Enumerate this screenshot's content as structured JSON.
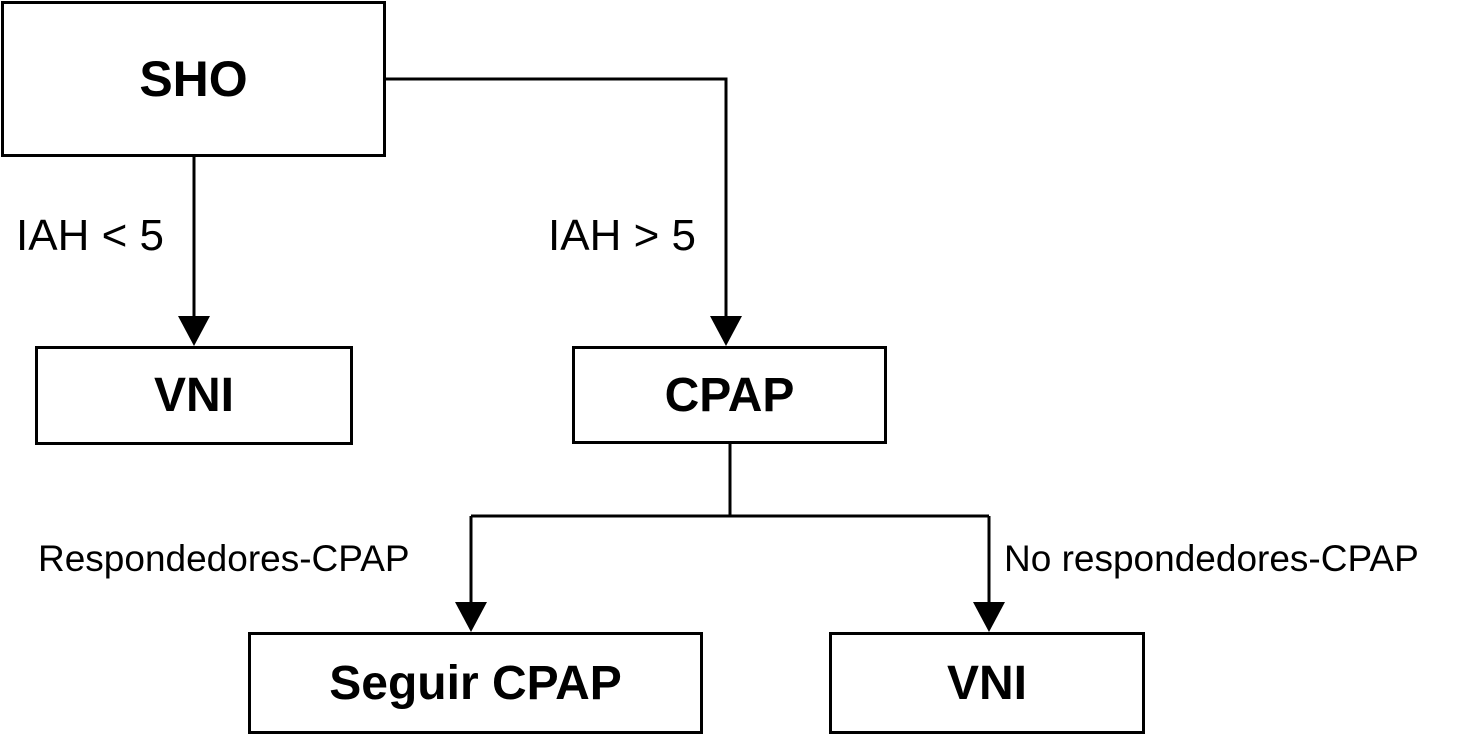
{
  "diagram": {
    "nodes": {
      "root": "SHO",
      "vni_left": "VNI",
      "cpap": "CPAP",
      "seguir_cpap": "Seguir CPAP",
      "vni_right": "VNI"
    },
    "edges": {
      "iah_low": "IAH < 5",
      "iah_high": "IAH > 5",
      "responders": "Respondedores-CPAP",
      "non_responders": "No respondedores-CPAP"
    },
    "colors": {
      "stroke": "#000000",
      "background": "#ffffff"
    }
  }
}
